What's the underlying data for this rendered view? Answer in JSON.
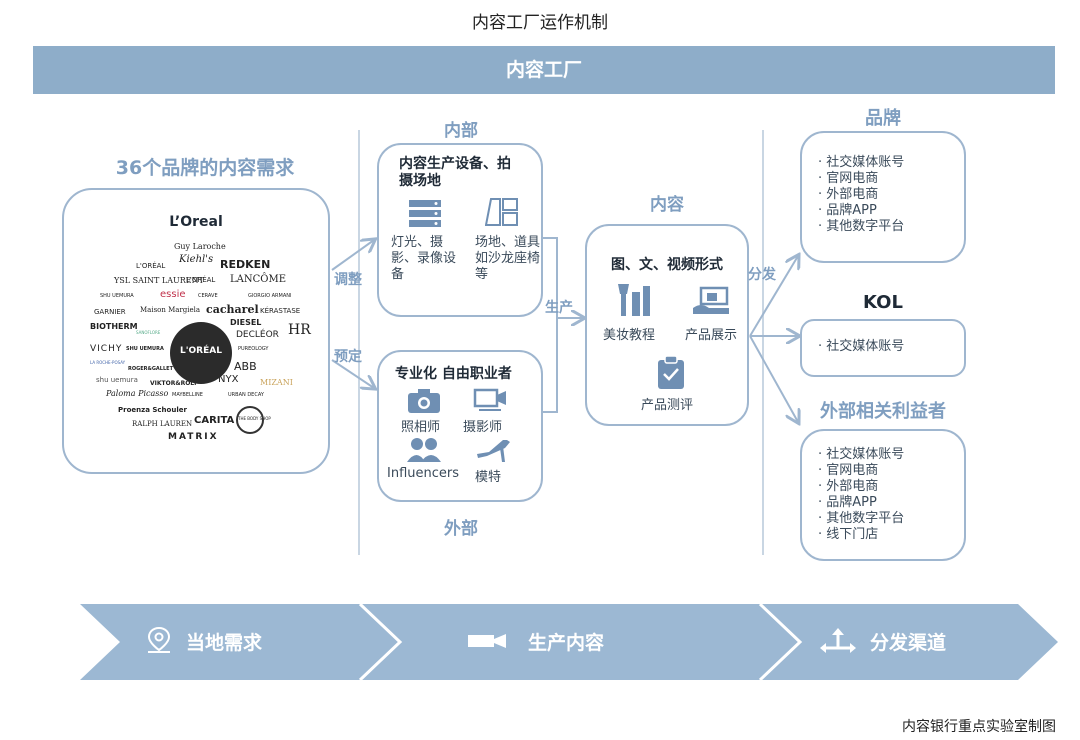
{
  "page_title": "内容工厂运作机制",
  "banner": "内容工厂",
  "left": {
    "title": "36个品牌的内容需求",
    "header": "L’Oreal",
    "center_logo": "L'ORÉAL",
    "brands": [
      "Guy Laroche",
      "Kiehl's",
      "L'ORÉAL",
      "REDKEN",
      "YSL SAINT LAURENT",
      "L'ORÉAL",
      "LANCÔME",
      "SHU UEMURA",
      "essie",
      "CERAVE",
      "GIORGIO ARMANI",
      "GARNIER",
      "Maison Margiela",
      "cacharel",
      "KÉRASTASE",
      "BIOTHERM",
      "SANOFLORE",
      "DIESEL",
      "DECLÉOR",
      "HR",
      "VICHY",
      "SHU UEMURA",
      "PUREOLOGY",
      "LA ROCHE-POSAY",
      "ROGER&GALLET",
      "ABB",
      "shu uemura",
      "VIKTOR&ROLF",
      "NYX",
      "MIZANI",
      "Paloma Picasso",
      "MAYBELLINE",
      "URBAN DECAY",
      "Proenza Schouler",
      "RALPH LAUREN",
      "CARITA",
      "THE BODY SHOP",
      "MATRIX"
    ]
  },
  "flow_labels": {
    "adjust": "调整",
    "schedule": "预定",
    "produce": "生产",
    "distribute": "分发"
  },
  "internal": {
    "title": "内部",
    "box_title": "内容生产设备、拍摄场地",
    "items": [
      {
        "label": "灯光、摄影、录像设备",
        "icon": "server-icon"
      },
      {
        "label": "场地、道具如沙龙座椅等",
        "icon": "panels-icon"
      }
    ]
  },
  "external": {
    "title": "外部",
    "box_title": "专业化 自由职业者",
    "items": [
      {
        "label": "照相师",
        "icon": "camera-icon"
      },
      {
        "label": "摄影师",
        "icon": "video-camera-icon"
      },
      {
        "label": "Influencers",
        "icon": "people-icon"
      },
      {
        "label": "模特",
        "icon": "high-heel-icon"
      }
    ]
  },
  "content": {
    "title": "内容",
    "box_title": "图、文、视频形式",
    "items": [
      {
        "label": "美妆教程",
        "icon": "makeup-icon"
      },
      {
        "label": "产品展示",
        "icon": "product-display-icon"
      },
      {
        "label": "产品测评",
        "icon": "clipboard-check-icon"
      }
    ]
  },
  "right": {
    "brand": {
      "title": "品牌",
      "items": [
        "· 社交媒体账号",
        "· 官网电商",
        "· 外部电商",
        "· 品牌APP",
        "· 其他数字平台"
      ]
    },
    "kol": {
      "title": "KOL",
      "items": [
        "· 社交媒体账号"
      ]
    },
    "stakeholders": {
      "title": "外部相关利益者",
      "items": [
        "· 社交媒体账号",
        "· 官网电商",
        "· 外部电商",
        "· 品牌APP",
        "· 其他数字平台",
        "· 线下门店"
      ]
    }
  },
  "bottom": [
    {
      "label": "当地需求",
      "icon": "location-pin-icon"
    },
    {
      "label": "生产内容",
      "icon": "camera-icon"
    },
    {
      "label": "分发渠道",
      "icon": "distribute-arrows-icon"
    }
  ],
  "source": "内容银行重点实验室制图",
  "colors": {
    "accent": "#7f9ec0",
    "banner": "#8eadc9",
    "box_border": "#9fb6cf",
    "arrow_band": "#9cb8d3"
  }
}
